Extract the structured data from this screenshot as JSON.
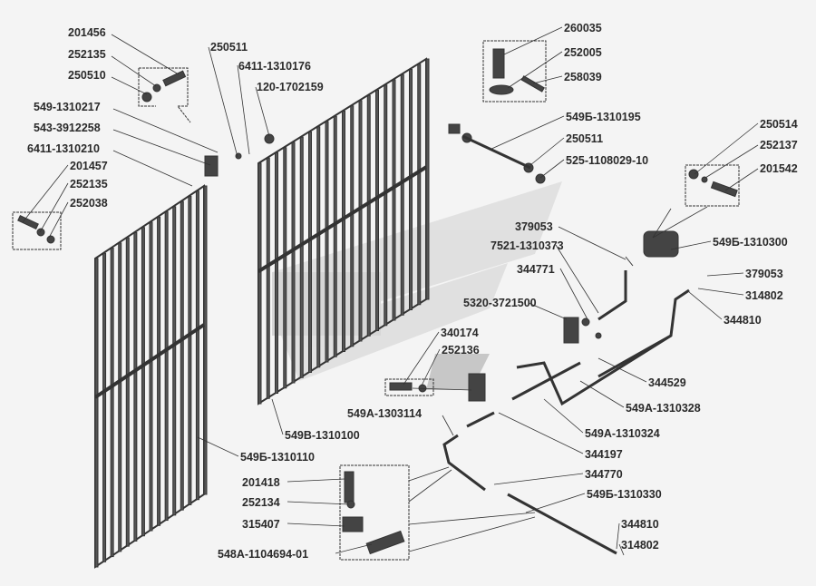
{
  "labels": [
    "201456",
    "252135",
    "250510",
    "549-1310217",
    "543-3912258",
    "6411-1310210",
    "201457",
    "252135",
    "252038",
    "250511",
    "6411-1310176",
    "120-1702159",
    "260035",
    "252005",
    "258039",
    "549Б-1310195",
    "250511",
    "525-1108029-10",
    "250514",
    "252137",
    "201542",
    "379053",
    "7521-1310373",
    "344771",
    "5320-3721500",
    "549Б-1310300",
    "379053",
    "314802",
    "344810",
    "340174",
    "252136",
    "344529",
    "549А-1310328",
    "549А-1303114",
    "549В-1310100",
    "549А-1310324",
    "549Б-1310110",
    "344197",
    "344770",
    "201418",
    "549Б-1310330",
    "252134",
    "315407",
    "344810",
    "314802",
    "548А-1104694-01"
  ],
  "colors": {
    "line": "#333333",
    "watermark": "#d6d6d6",
    "background": "#f4f4f4"
  }
}
